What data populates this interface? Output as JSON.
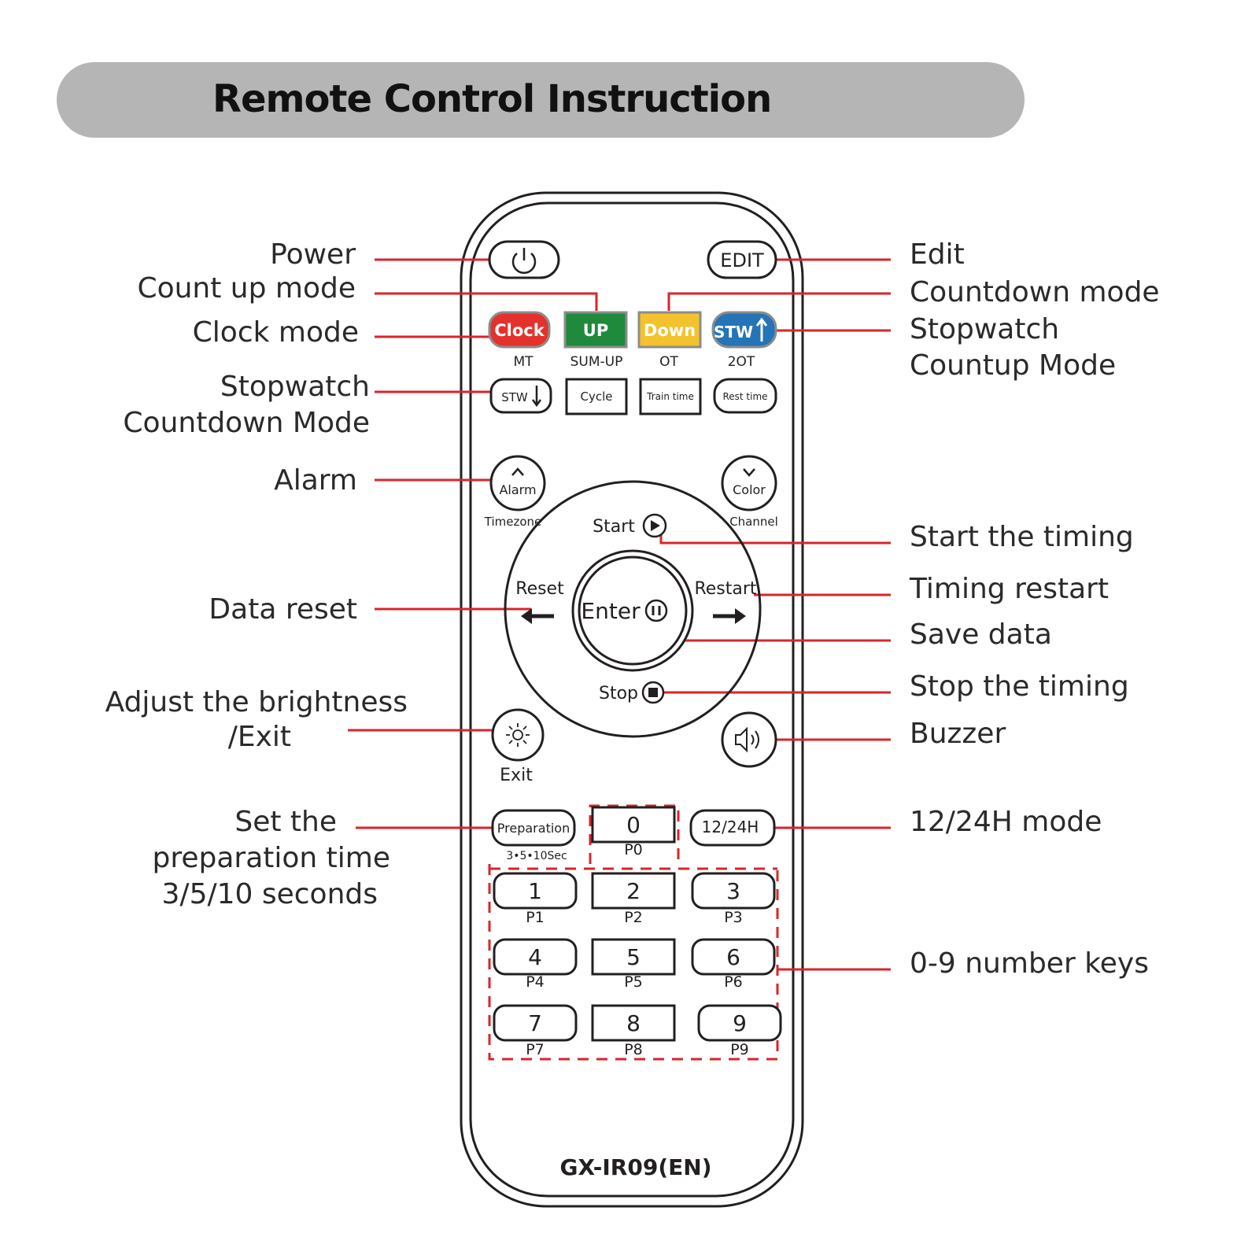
{
  "title": "Remote Control Instruction",
  "model": "GX-IR09(EN)",
  "colors": {
    "callout_line": "#d7262b",
    "clock_button": "#e4312b",
    "up_button": "#1f8a3c",
    "down_button": "#f3c22d",
    "stw_up_button": "#2474b7"
  },
  "callouts_left": {
    "power": "Power",
    "count_up": "Count up mode",
    "clock": "Clock mode",
    "stw_down_1": "Stopwatch",
    "stw_down_2": "Countdown Mode",
    "alarm": "Alarm",
    "reset": "Data reset",
    "bright_1": "Adjust the brightness",
    "bright_2": "/Exit",
    "prep_1": "Set the",
    "prep_2": "preparation time",
    "prep_3": "3/5/10 seconds"
  },
  "callouts_right": {
    "edit": "Edit",
    "countdown": "Countdown mode",
    "stw_up_1": "Stopwatch",
    "stw_up_2": "Countup Mode",
    "start": "Start the timing",
    "restart": "Timing restart",
    "save": "Save data",
    "stop": "Stop the timing",
    "buzzer": "Buzzer",
    "h1224": "12/24H mode",
    "numkeys": "0-9 number keys"
  },
  "buttons": {
    "edit": "EDIT",
    "clock": "Clock",
    "up": "UP",
    "down": "Down",
    "stw_up": "STW",
    "mt": "MT",
    "sum_up": "SUM-UP",
    "ot": "OT",
    "two_ot": "2OT",
    "stw_down": "STW",
    "cycle": "Cycle",
    "train_time": "Train time",
    "rest_time": "Rest time",
    "alarm": "Alarm",
    "timezone": "Timezone",
    "color": "Color",
    "channel": "Channel",
    "start": "Start",
    "reset": "Reset",
    "restart": "Restart",
    "enter": "Enter",
    "stop": "Stop",
    "exit": "Exit",
    "preparation": "Preparation",
    "prep_sub": "3•5•10Sec",
    "h1224": "12/24H"
  },
  "number_keys": [
    {
      "key": "0",
      "sub": "P0"
    },
    {
      "key": "1",
      "sub": "P1"
    },
    {
      "key": "2",
      "sub": "P2"
    },
    {
      "key": "3",
      "sub": "P3"
    },
    {
      "key": "4",
      "sub": "P4"
    },
    {
      "key": "5",
      "sub": "P5"
    },
    {
      "key": "6",
      "sub": "P6"
    },
    {
      "key": "7",
      "sub": "P7"
    },
    {
      "key": "8",
      "sub": "P8"
    },
    {
      "key": "9",
      "sub": "P9"
    }
  ]
}
